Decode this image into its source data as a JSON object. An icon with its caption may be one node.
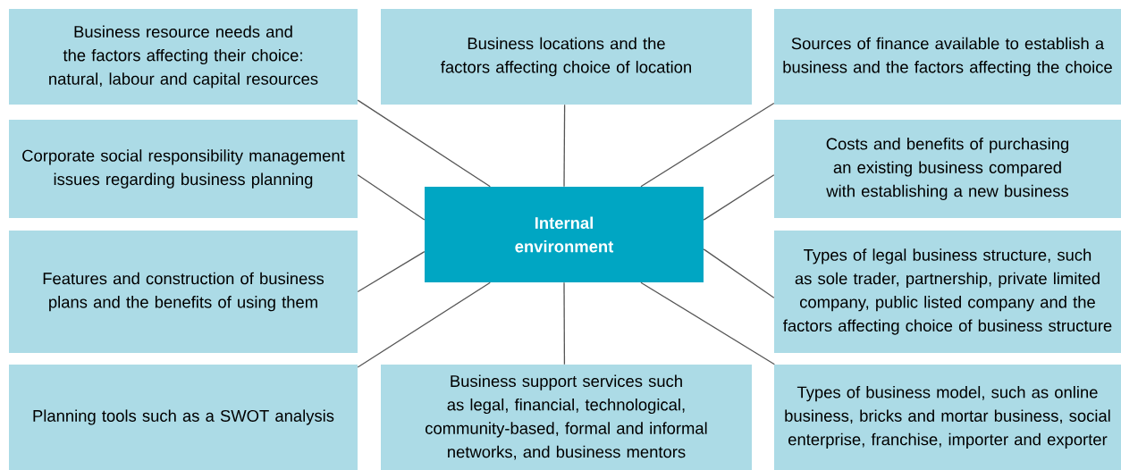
{
  "diagram": {
    "nodes": [
      {
        "text": [
          "Business resource needs and the factors affecting their choice: natural, labour and capital resources"
        ]
      },
      {
        "text": [
          "Business locations and the factors affecting choice of location"
        ]
      },
      {
        "text": [
          "Sources of finance available to establish a business and the factors affecting the choice"
        ]
      },
      {
        "text": [
          "Corporate social responsibility management issues regarding business planning"
        ]
      },
      {
        "text": [
          "Internal environment"
        ]
      },
      {
        "text": [
          "Costs and benefits of purchasing an existing business compared with establishing a new business"
        ]
      },
      {
        "text": [
          "Features and construction of business plans and the benefits of using them"
        ]
      },
      {
        "text": [
          "Types of legal business structure, such as sole trader, partnership, private limited company, public listed company and the factors affecting choice of business structure"
        ]
      },
      {
        "text": [
          "Planning tools such as a SWOT analysis"
        ]
      },
      {
        "text": [
          "Business support services such as legal, financial, technological, community-based, formal and informal networks, and business mentors"
        ]
      },
      {
        "text": [
          "Types of business model, such as online business, bricks and mortar business, social enterprise, franchise, importer and exporter"
        ]
      }
    ],
    "edges": [
      {
        "from": 4,
        "to": 0,
        "arrow": "none"
      },
      {
        "from": 4,
        "to": 1,
        "arrow": "none"
      },
      {
        "from": 4,
        "to": 2,
        "arrow": "none"
      },
      {
        "from": 4,
        "to": 3,
        "arrow": "none"
      },
      {
        "from": 4,
        "to": 5,
        "arrow": "none"
      },
      {
        "from": 4,
        "to": 6,
        "arrow": "none"
      },
      {
        "from": 4,
        "to": 7,
        "arrow": "none"
      },
      {
        "from": 4,
        "to": 8,
        "arrow": "none"
      },
      {
        "from": 4,
        "to": 9,
        "arrow": "none"
      },
      {
        "from": 4,
        "to": 10,
        "arrow": "none"
      }
    ]
  }
}
